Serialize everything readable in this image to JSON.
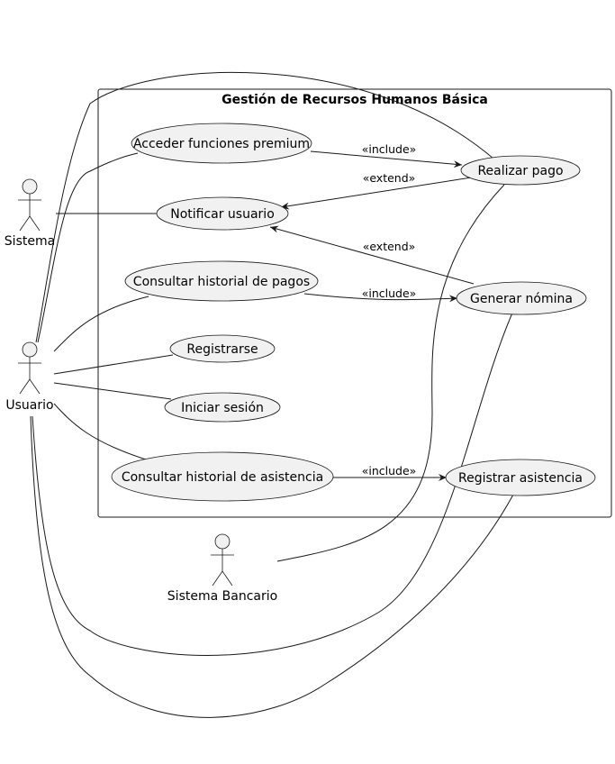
{
  "system": {
    "title": "Gestión de Recursos Humanos Básica"
  },
  "actors": {
    "sistema": "Sistema",
    "usuario": "Usuario",
    "sistema_bancario": "Sistema Bancario"
  },
  "use_cases": {
    "acceder_premium": "Acceder funciones premium",
    "notificar_usuario": "Notificar usuario",
    "consultar_pagos": "Consultar historial de pagos",
    "registrarse": "Registrarse",
    "iniciar_sesion": "Iniciar sesión",
    "consultar_asistencia": "Consultar historial de asistencia",
    "realizar_pago": "Realizar pago",
    "generar_nomina": "Generar nómina",
    "registrar_asistencia": "Registrar asistencia"
  },
  "relations": {
    "include_premium_pago": "«include»",
    "extend_pago_notificar": "«extend»",
    "extend_nomina_notificar": "«extend»",
    "include_pagos_nomina": "«include»",
    "include_asistencia_registrar": "«include»"
  }
}
